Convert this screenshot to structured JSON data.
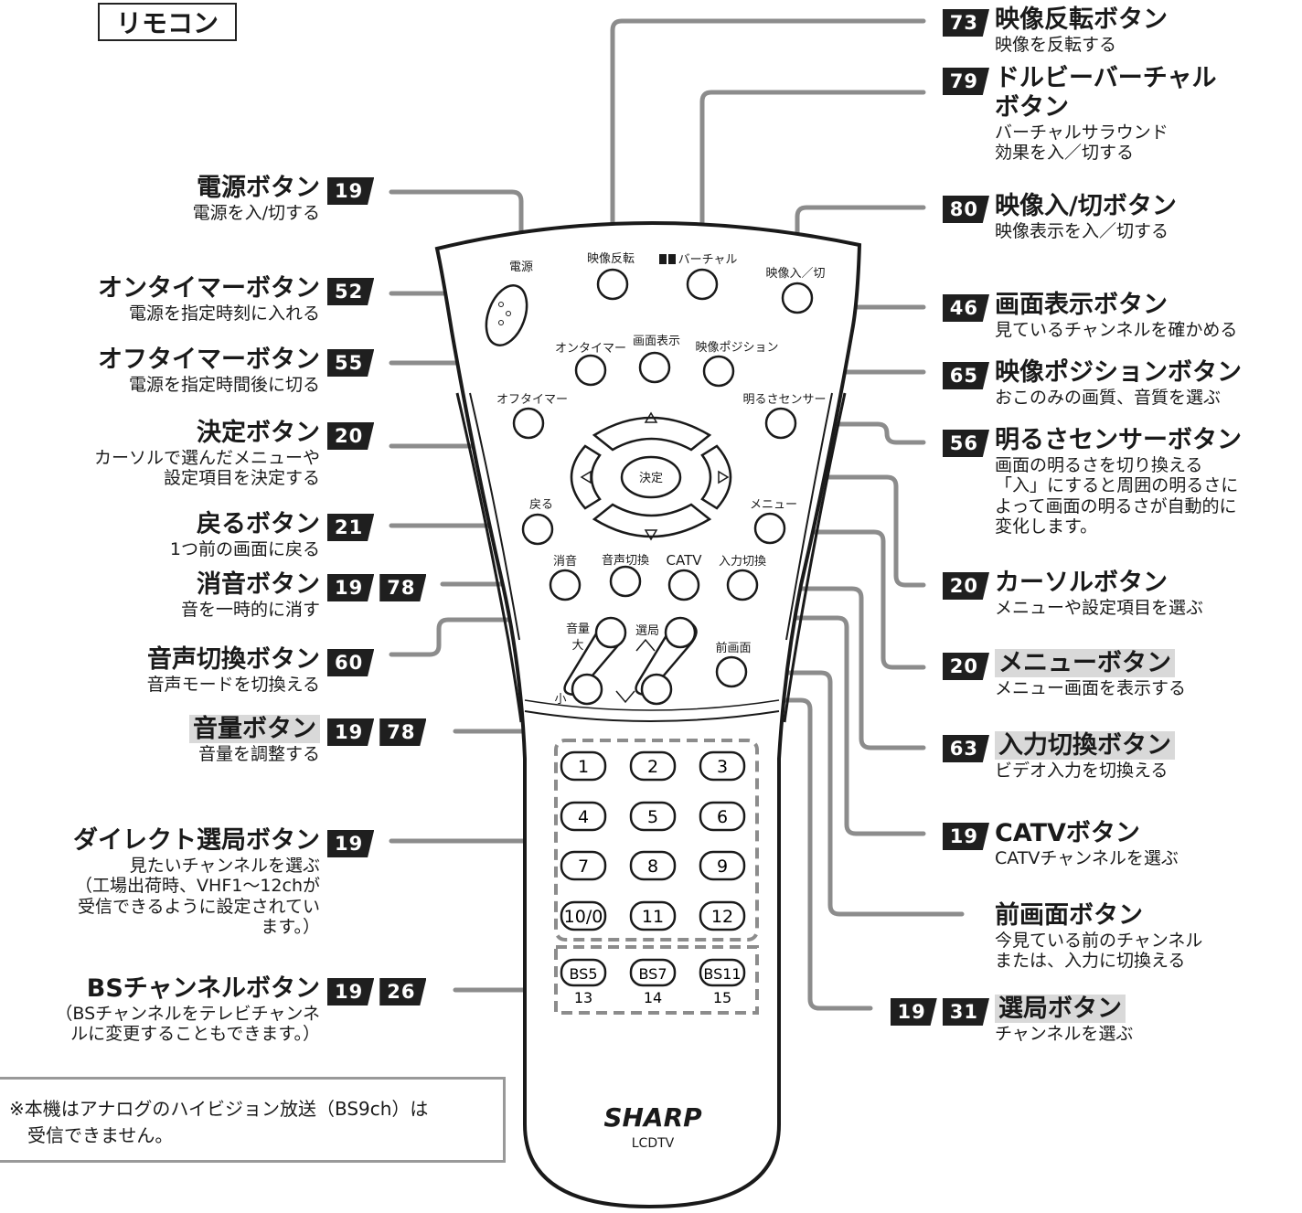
{
  "title": "リモコン",
  "annotations_left": [
    {
      "name": "電源ボタン",
      "desc": "電源を入/切する",
      "pages": [
        "19"
      ]
    },
    {
      "name": "オンタイマーボタン",
      "desc": "電源を指定時刻に入れる",
      "pages": [
        "52"
      ]
    },
    {
      "name": "オフタイマーボタン",
      "desc": "電源を指定時間後に切る",
      "pages": [
        "55"
      ]
    },
    {
      "name": "決定ボタン",
      "desc": "カーソルで選んだメニューや\n設定項目を決定する",
      "pages": [
        "20"
      ]
    },
    {
      "name": "戻るボタン",
      "desc": "1つ前の画面に戻る",
      "pages": [
        "21"
      ]
    },
    {
      "name": "消音ボタン",
      "desc": "音を一時的に消す",
      "pages": [
        "19",
        "78"
      ]
    },
    {
      "name": "音声切換ボタン",
      "desc": "音声モードを切換える",
      "pages": [
        "60"
      ]
    },
    {
      "name": "音量ボタン",
      "desc": "音量を調整する",
      "pages": [
        "19",
        "78"
      ]
    },
    {
      "name": "ダイレクト選局ボタン",
      "desc": "見たいチャンネルを選ぶ\n（工場出荷時、VHF1～12chが\n受信できるように設定されてい\nます。）",
      "pages": [
        "19"
      ]
    },
    {
      "name": "BSチャンネルボタン",
      "desc": "（BSチャンネルをテレビチャンネ\nルに変更することもできます。）",
      "pages": [
        "19",
        "26"
      ]
    }
  ],
  "annotations_right": [
    {
      "name": "映像反転ボタン",
      "desc": "映像を反転する",
      "pages": [
        "73"
      ]
    },
    {
      "name": "ドルビーバーチャル\nボタン",
      "desc": "バーチャルサラウンド\n効果を入／切する",
      "pages": [
        "79"
      ]
    },
    {
      "name": "映像入/切ボタン",
      "desc": "映像表示を入／切する",
      "pages": [
        "80"
      ]
    },
    {
      "name": "画面表示ボタン",
      "desc": "見ているチャンネルを確かめる",
      "pages": [
        "46"
      ]
    },
    {
      "name": "映像ポジションボタン",
      "desc": "おこのみの画質、音質を選ぶ",
      "pages": [
        "65"
      ]
    },
    {
      "name": "明るさセンサーボタン",
      "desc": "画面の明るさを切り換える\n「入」にすると周囲の明るさに\nよって画面の明るさが自動的に\n変化します。",
      "pages": [
        "56"
      ]
    },
    {
      "name": "カーソルボタン",
      "desc": "メニューや設定項目を選ぶ",
      "pages": [
        "20"
      ]
    },
    {
      "name": "メニューボタン",
      "desc": "メニュー画面を表示する",
      "pages": [
        "20"
      ]
    },
    {
      "name": "入力切換ボタン",
      "desc": "ビデオ入力を切換える",
      "pages": [
        "63"
      ]
    },
    {
      "name": "CATVボタン",
      "desc": "CATVチャンネルを選ぶ",
      "pages": [
        "19"
      ]
    },
    {
      "name": "前画面ボタン",
      "desc": "今見ている前のチャンネル\nまたは、入力に切換える",
      "pages": []
    },
    {
      "name": "選局ボタン",
      "desc": "チャンネルを選ぶ",
      "pages": [
        "19",
        "31"
      ]
    }
  ],
  "remote_labels": {
    "power": "電源",
    "flip": "映像反転",
    "virtual": "バーチャル",
    "video_onoff": "映像入／切",
    "on_timer": "オンタイマー",
    "display": "画面表示",
    "position": "映像ポジション",
    "off_timer": "オフタイマー",
    "sensor": "明るさセンサー",
    "enter": "決定",
    "back": "戻る",
    "menu": "メニュー",
    "mute": "消音",
    "audio": "音声切換",
    "catv": "CATV",
    "input": "入力切換",
    "volume": "音量",
    "vol_up": "大",
    "vol_down": "小",
    "channel": "選局",
    "prev": "前画面",
    "num_keys": [
      "1",
      "2",
      "3",
      "4",
      "5",
      "6",
      "7",
      "8",
      "9",
      "10/0",
      "11",
      "12"
    ],
    "bs_keys": [
      "BS5",
      "BS7",
      "BS11"
    ],
    "bs_nums": [
      "13",
      "14",
      "15"
    ],
    "brand": "SHARP",
    "model": "LCDTV"
  },
  "note": "※本機はアナログのハイビジョン放送（BS9ch）は\n　受信できません。",
  "colors": {
    "line": "#8c8c8c",
    "badge": "#1f1f1f",
    "highlight": "#d9d9d9"
  }
}
